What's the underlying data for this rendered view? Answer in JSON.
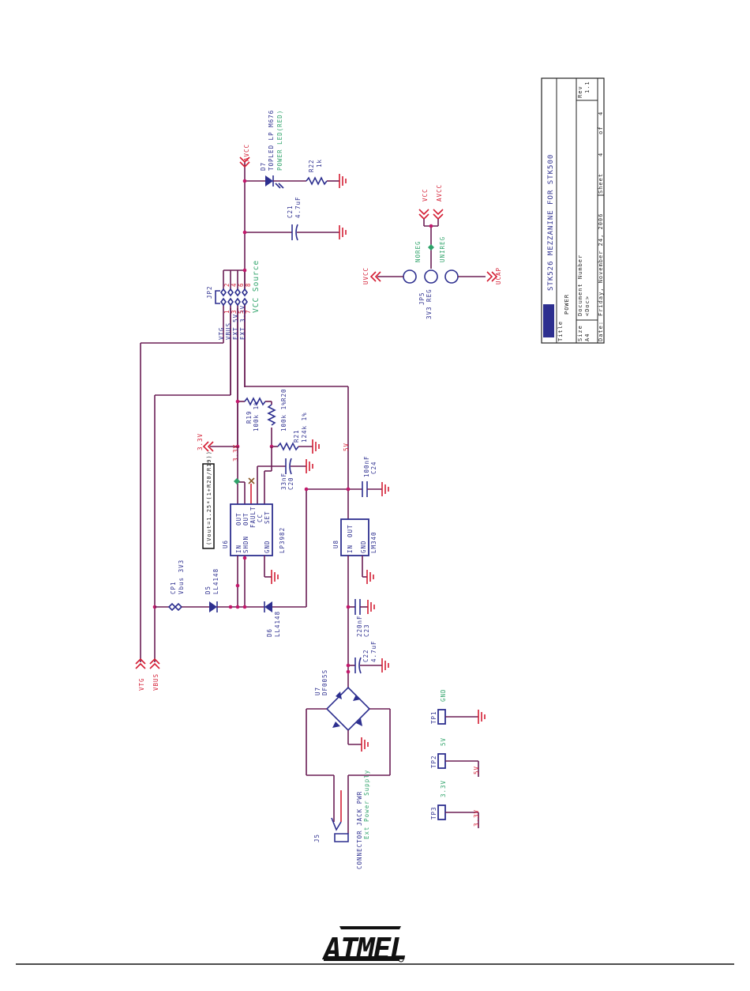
{
  "title_block": {
    "title_label": "Title",
    "title": "STK526 MEZZANINE FOR STK500",
    "sheet_name": "POWER",
    "size_label": "Size",
    "size": "A4",
    "docnum_label": "Document Number",
    "docnum": "<Doc>",
    "rev_label": "Rev",
    "rev": "1.1",
    "date_label": "Date:",
    "date": "Friday, November 24, 2006",
    "sheet_label": "Sheet",
    "sheet_num": "4",
    "of_label": "of",
    "sheet_total": "4"
  },
  "components": {
    "d7_ref": "D7",
    "d7_part": "TOPLED LP M676",
    "d7_note": "POWER LED(RED)",
    "r22_ref": "R22",
    "r22_val": "1k",
    "c21_ref": "C21",
    "c21_val": "4.7uF",
    "jp2_ref": "JP2",
    "vcc_source": "VCC Source",
    "r19_ref": "R19",
    "r19_val": "100k 1%",
    "r20_ref": "R20",
    "r20_val": "100k 1%",
    "r21_ref": "R21",
    "r21_val": "124k 1%",
    "c20_ref": "C20",
    "c20_val": "33nF",
    "u6_ref": "U6",
    "u6_part": "LP3982",
    "u6_pin_in": "IN",
    "u6_pin_shdn": "SHDN",
    "u6_pin_gnd": "GND",
    "u6_pin_out1": "OUT",
    "u6_pin_out2": "OUT",
    "u6_pin_fault": "FAULT",
    "u6_pin_cc": "CC",
    "u6_pin_set": "SET",
    "formula": "(Vout=1.25*(1+R20/R19))",
    "c24_ref": "C24",
    "c24_val": "100nF",
    "u8_ref": "U8",
    "u8_part": "LM340",
    "u8_pin_in": "IN",
    "u8_pin_out": "OUT",
    "u8_pin_gnd": "GND",
    "c23_ref": "C23",
    "c23_val": "220nF",
    "c22_ref": "C22",
    "c22_val": "4.7uF",
    "u7_ref": "U7",
    "u7_part": "DF005S",
    "j5_ref": "J5",
    "j5_part": "CONNECTOR JACK PWR",
    "j5_note": "Ext Power Supply",
    "cp1_ref": "CP1",
    "cp1_val": "Vbus 3V3",
    "d5_ref": "D5",
    "d5_part": "LL4148",
    "d6_ref": "D6",
    "d6_part": "LL4148",
    "jp5_ref": "JP5",
    "jp5_val": "3V3 REG",
    "noreg": "NOREG",
    "unireg": "UNIREG",
    "tp1_ref": "TP1",
    "tp2_ref": "TP2",
    "tp3_ref": "TP3"
  },
  "nets": {
    "avcc_top": "AVCC",
    "vcc_top": "VCC",
    "avcc_top2": "AVCC",
    "uvcc": "UVCC",
    "ucap": "UCAP",
    "v33_port": "3.3V",
    "v33_node": "3.3V",
    "v5_node": "5V",
    "vtg": "VTG",
    "vbus": "VBUS",
    "jp2_vtg": "VTG",
    "jp2_vbus": "VBUS",
    "jp2_ext5v": "EXT 5V",
    "jp2_ext33v": "EXT 3.3V",
    "tp_gnd": "GND",
    "tp_5v": "5V",
    "tp_33v": "3.3V",
    "tp_5v_port": "5V",
    "tp_33v_port": "3.3V"
  },
  "pins": {
    "one": "1",
    "two": "2",
    "three": "3",
    "four": "4",
    "five": "5",
    "six": "6",
    "seven": "7",
    "eight": "8"
  },
  "logo_text": "ATMEL",
  "colors": {
    "wire": "#6b1e55",
    "part": "#2d2f8f",
    "net": "#d41e34",
    "note": "#2fa36a"
  }
}
